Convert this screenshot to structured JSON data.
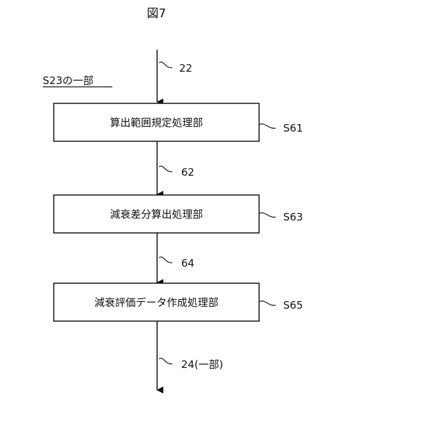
{
  "figure_label": "図7",
  "section_label": "S23の一部",
  "input_arrow_label": "22",
  "steps": [
    {
      "text": "算出範囲規定処理部",
      "ref": "S61"
    },
    {
      "text": "減衰差分算出処理部",
      "ref": "S63"
    },
    {
      "text": "減衰評価データ作成処理部",
      "ref": "S65"
    }
  ],
  "connector_labels": [
    "62",
    "64"
  ],
  "output_arrow_label": "24(一部)"
}
